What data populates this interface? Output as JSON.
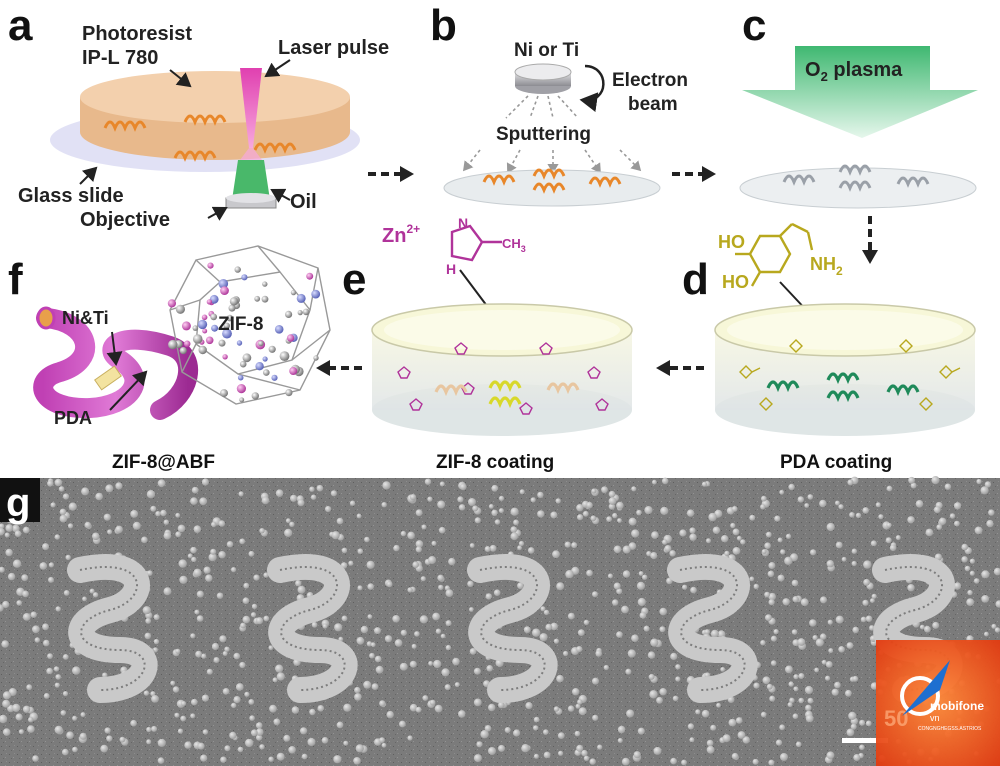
{
  "panels": {
    "a": {
      "letter": "a",
      "photoresist": "Photoresist",
      "photoresist_type": "IP-L 780",
      "laser": "Laser pulse",
      "glass": "Glass slide",
      "oil": "Oil",
      "objective": "Objective"
    },
    "b": {
      "letter": "b",
      "metal": "Ni or Ti",
      "electron": "Electron",
      "beam": "beam",
      "sputtering": "Sputtering"
    },
    "c": {
      "letter": "c",
      "plasma_main": "O",
      "plasma_sub": "2",
      "plasma_tail": " plasma"
    },
    "d": {
      "letter": "d",
      "oh1": "HO",
      "oh2": "HO",
      "nh": "NH",
      "nh_sub": "2",
      "caption": "PDA coating"
    },
    "e": {
      "letter": "e",
      "zn": "Zn",
      "zn_charge": "2+",
      "n_label": "N",
      "nh_label": "H",
      "ch3": "CH",
      "ch3_sub": "3",
      "caption": "ZIF-8 coating"
    },
    "f": {
      "letter": "f",
      "nitiLabel": "Ni&Ti",
      "pda": "PDA",
      "zif": "ZIF-8",
      "caption": "ZIF-8@ABF"
    },
    "g": {
      "letter": "g",
      "watermark_brand": "mobifone",
      "watermark_sub": "vn",
      "watermark_line": "CONGNGHEGSS.ASTRIOS",
      "watermark_num": "50"
    }
  },
  "colors": {
    "helix_orange": "#e8872a",
    "helix_gray": "#9aa0a8",
    "helix_green": "#1f8a5a",
    "helix_yellow": "#d8d82a",
    "magenta": "#b0339a",
    "pda_olive": "#b8a81e",
    "plasma_green": "#5cc98a",
    "sem_bg": "#7a7a7a",
    "watermark_orange": "#f0641e"
  }
}
